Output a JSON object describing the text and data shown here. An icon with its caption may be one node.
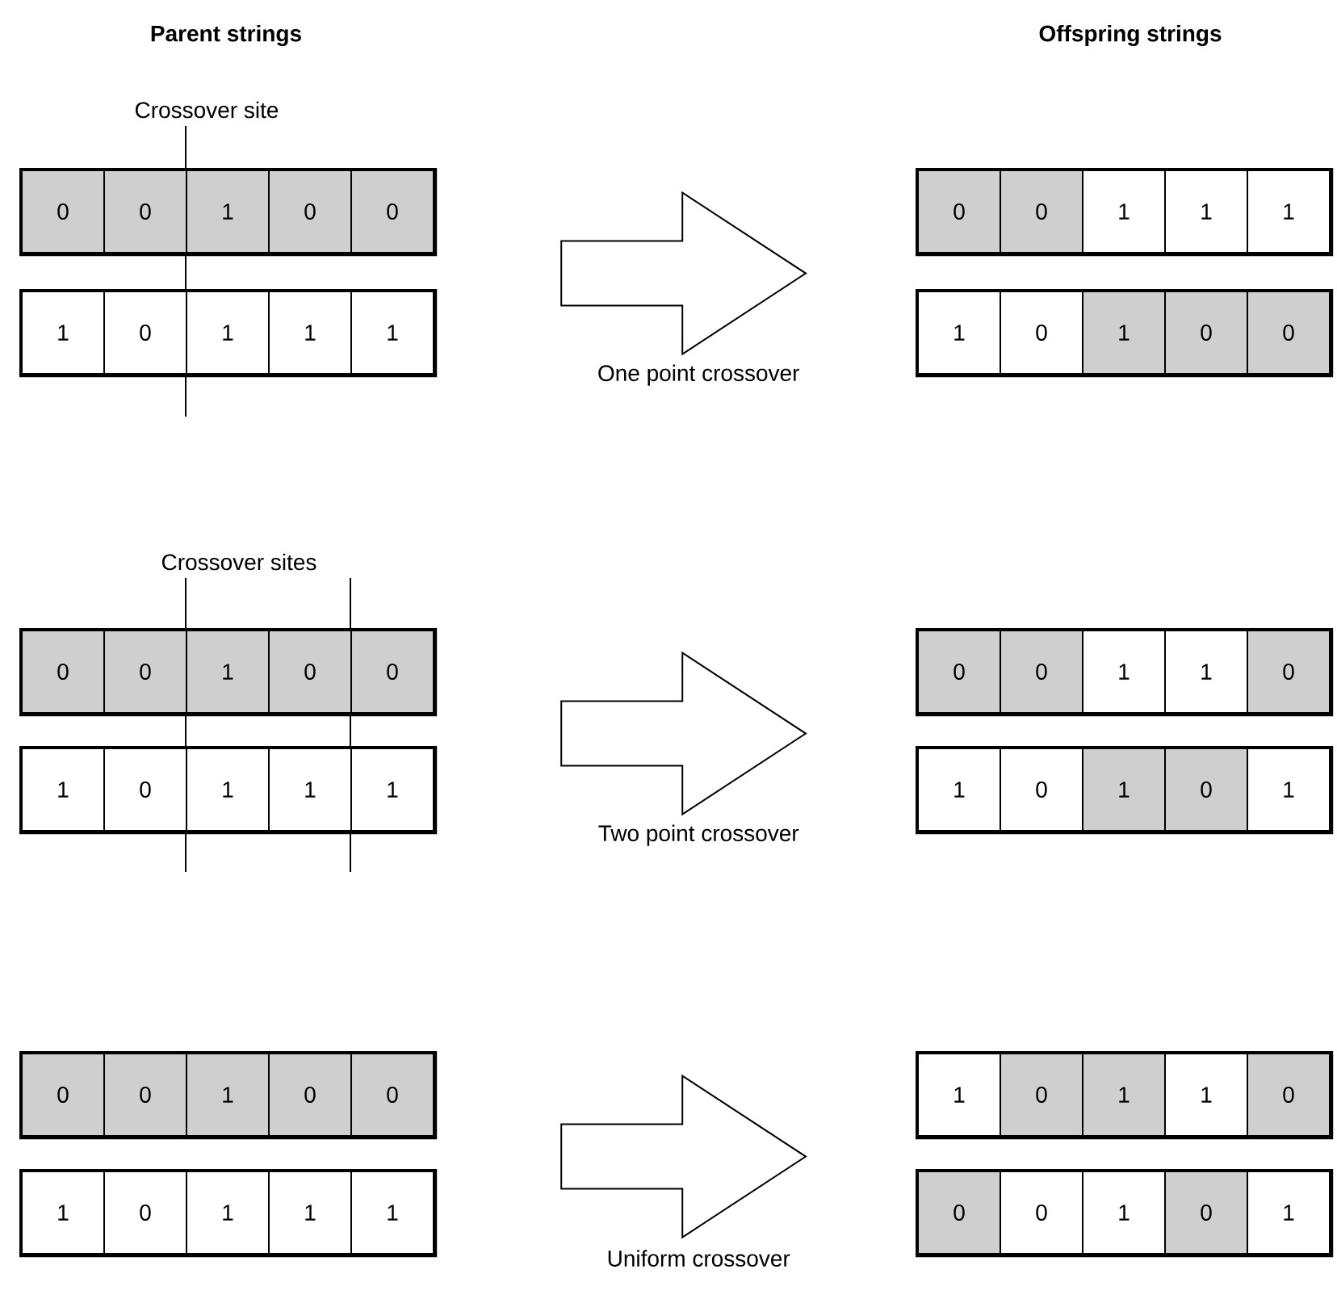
{
  "diagram": {
    "nodes": [
      {
        "text": [],
        "shape": "bar"
      },
      {
        "text": [
          "0"
        ],
        "in": 0
      },
      {
        "text": [
          "0"
        ],
        "in": 0
      },
      {
        "text": [
          "1"
        ],
        "in": 0
      },
      {
        "text": [
          "0"
        ],
        "in": 0
      },
      {
        "text": [
          "0"
        ],
        "in": 0
      },
      {
        "text": [],
        "shape": "bar"
      },
      {
        "text": [
          "0"
        ],
        "in": 6
      },
      {
        "text": [
          "0"
        ],
        "in": 6
      },
      {
        "text": [
          "1"
        ],
        "in": 6
      },
      {
        "text": [
          "1"
        ],
        "in": 6
      },
      {
        "text": [
          "1"
        ],
        "in": 6
      },
      {
        "text": [],
        "shape": "bar"
      },
      {
        "text": [
          "1"
        ],
        "in": 12
      },
      {
        "text": [
          "0"
        ],
        "in": 12
      },
      {
        "text": [
          "1"
        ],
        "in": 12
      },
      {
        "text": [
          "1"
        ],
        "in": 12
      },
      {
        "text": [
          "1"
        ],
        "in": 12
      },
      {
        "text": [],
        "shape": "bar"
      },
      {
        "text": [
          "1"
        ],
        "in": 18
      },
      {
        "text": [
          "0"
        ],
        "in": 18
      },
      {
        "text": [
          "1"
        ],
        "in": 18
      },
      {
        "text": [
          "0"
        ],
        "in": 18
      },
      {
        "text": [
          "0"
        ],
        "in": 18
      },
      {
        "text": [],
        "shape": "bar"
      },
      {
        "text": [
          "0"
        ],
        "in": 24
      },
      {
        "text": [
          "0"
        ],
        "in": 24
      },
      {
        "text": [
          "1"
        ],
        "in": 24
      },
      {
        "text": [
          "0"
        ],
        "in": 24
      },
      {
        "text": [
          "0"
        ],
        "in": 24
      },
      {
        "text": [],
        "shape": "bar"
      },
      {
        "text": [
          "0"
        ],
        "in": 30
      },
      {
        "text": [
          "0"
        ],
        "in": 30
      },
      {
        "text": [
          "1"
        ],
        "in": 30
      },
      {
        "text": [
          "1"
        ],
        "in": 30
      },
      {
        "text": [
          "0"
        ],
        "in": 30
      },
      {
        "text": [],
        "shape": "bar"
      },
      {
        "text": [
          "1"
        ],
        "in": 36
      },
      {
        "text": [
          "0"
        ],
        "in": 36
      },
      {
        "text": [
          "1"
        ],
        "in": 36
      },
      {
        "text": [
          "1"
        ],
        "in": 36
      },
      {
        "text": [
          "1"
        ],
        "in": 36
      },
      {
        "text": [],
        "shape": "bar"
      },
      {
        "text": [
          "1"
        ],
        "in": 42
      },
      {
        "text": [
          "0"
        ],
        "in": 42
      },
      {
        "text": [
          "1"
        ],
        "in": 42
      },
      {
        "text": [
          "0"
        ],
        "in": 42
      },
      {
        "text": [
          "1"
        ],
        "in": 42
      },
      {
        "text": [],
        "shape": "bar"
      },
      {
        "text": [
          "0"
        ],
        "in": 48
      },
      {
        "text": [
          "0"
        ],
        "in": 48
      },
      {
        "text": [
          "1"
        ],
        "in": 48
      },
      {
        "text": [
          "0"
        ],
        "in": 48
      },
      {
        "text": [
          "0"
        ],
        "in": 48
      },
      {
        "text": [],
        "shape": "bar"
      },
      {
        "text": [
          "1"
        ],
        "in": 54
      },
      {
        "text": [
          "0"
        ],
        "in": 54
      },
      {
        "text": [
          "1"
        ],
        "in": 54
      },
      {
        "text": [
          "1"
        ],
        "in": 54
      },
      {
        "text": [
          "0"
        ],
        "in": 54
      },
      {
        "text": [],
        "shape": "bar"
      },
      {
        "text": [
          "1"
        ],
        "in": 60
      },
      {
        "text": [
          "0"
        ],
        "in": 60
      },
      {
        "text": [
          "1"
        ],
        "in": 60
      },
      {
        "text": [
          "1"
        ],
        "in": 60
      },
      {
        "text": [
          "1"
        ],
        "in": 60
      },
      {
        "text": [],
        "shape": "bar"
      },
      {
        "text": [
          "0"
        ],
        "in": 66
      },
      {
        "text": [
          "0"
        ],
        "in": 66
      },
      {
        "text": [
          "1"
        ],
        "in": 66
      },
      {
        "text": [
          "0"
        ],
        "in": 66
      },
      {
        "text": [
          "1"
        ],
        "in": 66
      }
    ],
    "edges": [
      {
        "from": 0,
        "to": 6,
        "arrow": "to",
        "label": "One point crossover"
      },
      {
        "from": 24,
        "to": 30,
        "arrow": "to",
        "label": "Two point crossover"
      },
      {
        "from": 48,
        "to": 54,
        "arrow": "to",
        "label": "Uniform crossover"
      }
    ],
    "labels": [
      "Parent strings",
      "Offspring strings",
      "Crossover site",
      "Crossover sites"
    ]
  }
}
